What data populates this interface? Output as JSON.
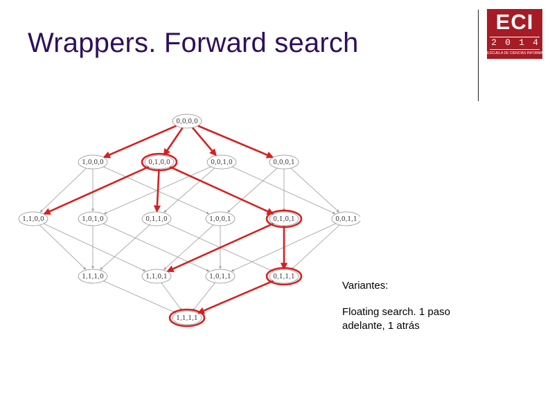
{
  "slide": {
    "title": "Wrappers. Forward search"
  },
  "logo": {
    "name": "ECI",
    "year": [
      "2",
      "0",
      "1",
      "4"
    ],
    "subtitle": "ESCUELA DE CIENCIAS INFORMATICAS"
  },
  "diagram": {
    "nodes": [
      {
        "id": "n0000",
        "label": "0,0,0,0",
        "highlighted": false
      },
      {
        "id": "n1000",
        "label": "1,0,0,0",
        "highlighted": false
      },
      {
        "id": "n0100",
        "label": "0,1,0,0",
        "highlighted": true
      },
      {
        "id": "n0010",
        "label": "0,0,1,0",
        "highlighted": false
      },
      {
        "id": "n0001",
        "label": "0,0,0,1",
        "highlighted": false
      },
      {
        "id": "n1100",
        "label": "1,1,0,0",
        "highlighted": false
      },
      {
        "id": "n1010",
        "label": "1,0,1,0",
        "highlighted": false
      },
      {
        "id": "n0110",
        "label": "0,1,1,0",
        "highlighted": false
      },
      {
        "id": "n1001",
        "label": "1,0,0,1",
        "highlighted": false
      },
      {
        "id": "n0101",
        "label": "0,1,0,1",
        "highlighted": true
      },
      {
        "id": "n0011",
        "label": "0,0,1,1",
        "highlighted": false
      },
      {
        "id": "n1110",
        "label": "1,1,1,0",
        "highlighted": false
      },
      {
        "id": "n1101",
        "label": "1,1,0,1",
        "highlighted": false
      },
      {
        "id": "n1011",
        "label": "1,0,1,1",
        "highlighted": false
      },
      {
        "id": "n0111",
        "label": "0,1,1,1",
        "highlighted": true
      },
      {
        "id": "n1111",
        "label": "1,1,1,1",
        "highlighted": true
      }
    ],
    "red_edges": [
      [
        "n0000",
        "n1000"
      ],
      [
        "n0000",
        "n0100"
      ],
      [
        "n0000",
        "n0010"
      ],
      [
        "n0000",
        "n0001"
      ],
      [
        "n0100",
        "n1100"
      ],
      [
        "n0100",
        "n0110"
      ],
      [
        "n0100",
        "n0101"
      ],
      [
        "n0101",
        "n1101"
      ],
      [
        "n0101",
        "n0111"
      ],
      [
        "n0111",
        "n1111"
      ]
    ],
    "highlight_color": "#d71f1f",
    "edge_color": "#9a9a9a"
  },
  "caption": {
    "heading": "Variantes:",
    "text": "Floating search. 1 paso adelante, 1 atrás"
  }
}
